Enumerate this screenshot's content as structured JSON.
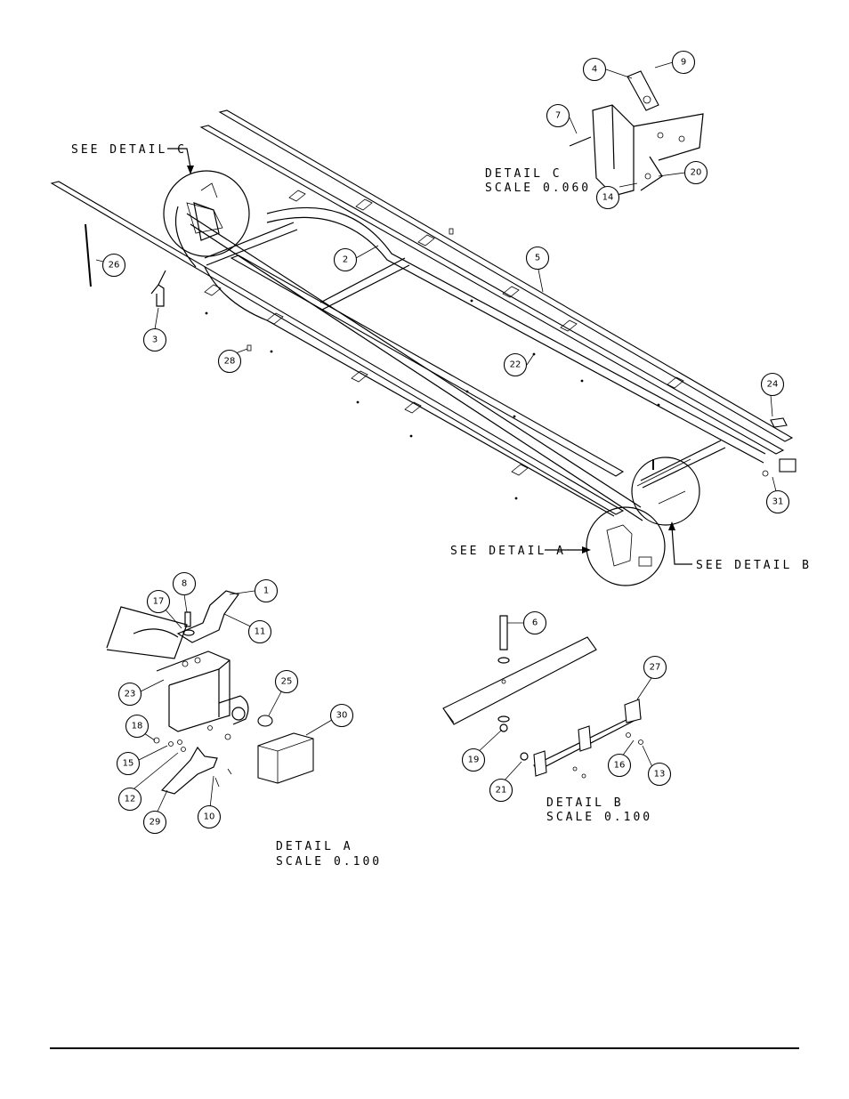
{
  "labels": {
    "see_detail_c": "SEE DETAIL  C",
    "see_detail_a": "SEE DETAIL  A",
    "see_detail_b": "SEE DETAIL  B",
    "detail_c_title": "DETAIL  C",
    "detail_c_scale": "SCALE  0.060",
    "detail_a_title": "DETAIL  A",
    "detail_a_scale": "SCALE  0.100",
    "detail_b_title": "DETAIL  B",
    "detail_b_scale": "SCALE  0.100"
  },
  "callouts": {
    "c1": "1",
    "c2": "2",
    "c3": "3",
    "c4": "4",
    "c5": "5",
    "c6": "6",
    "c7": "7",
    "c8": "8",
    "c9": "9",
    "c10": "10",
    "c11": "11",
    "c12": "12",
    "c13": "13",
    "c14": "14",
    "c15": "15",
    "c16": "16",
    "c17": "17",
    "c18": "18",
    "c19": "19",
    "c20": "20",
    "c21": "21",
    "c22": "22",
    "c23": "23",
    "c24": "24",
    "c25": "25",
    "c26": "26",
    "c27": "27",
    "c28": "28",
    "c29": "29",
    "c30": "30",
    "c31": "31"
  }
}
